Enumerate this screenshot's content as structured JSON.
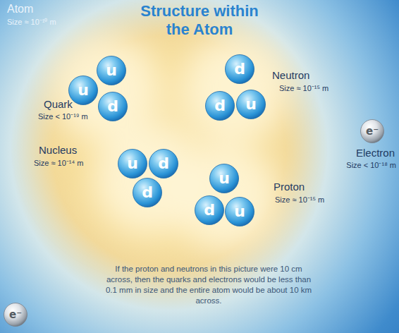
{
  "diagram": {
    "title": "Structure within the Atom",
    "caption": "If the proton and neutrons in this picture were 10 cm across, then the quarks and electrons would be less than 0.1 mm in size and the entire atom would be about 10 km across.",
    "nodes": [
      {
        "text": [
          "u"
        ]
      },
      {
        "text": [
          "u"
        ]
      },
      {
        "text": [
          "d"
        ]
      },
      {
        "text": [
          "d"
        ]
      },
      {
        "text": [
          "d"
        ]
      },
      {
        "text": [
          "u"
        ]
      },
      {
        "text": [
          "u"
        ]
      },
      {
        "text": [
          "d"
        ]
      },
      {
        "text": [
          "d"
        ]
      },
      {
        "text": [
          "u"
        ]
      },
      {
        "text": [
          "d"
        ]
      },
      {
        "text": [
          "u"
        ]
      },
      {
        "text": [
          "e⁻"
        ]
      },
      {
        "text": [
          "e⁻"
        ]
      }
    ],
    "labels": [
      "Atom",
      "Size ≈ 10⁻¹⁰ m",
      "Quark",
      "Size < 10⁻¹⁹ m",
      "Neutron",
      "Size ≈ 10⁻¹⁵ m",
      "Nucleus",
      "Size ≈ 10⁻¹⁴ m",
      "Electron",
      "Size < 10⁻¹⁸ m",
      "Proton",
      "Size ≈ 10⁻¹⁵ m"
    ]
  }
}
